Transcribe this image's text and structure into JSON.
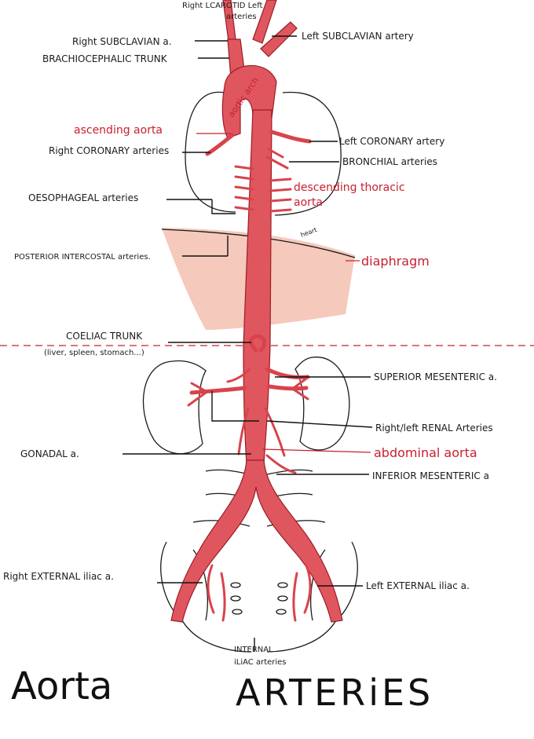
{
  "title": {
    "left": "Aorta",
    "right": "ARTERiES"
  },
  "labels": {
    "carotid_top": "Right LCAROTID Left",
    "carotid_arteries": "arteries",
    "right_subclavian": "Right SUBCLAVIAN a.",
    "brachiocephalic": "BRACHIOCEPHALIC TRUNK",
    "left_subclavian": "Left SUBCLAVIAN artery",
    "aortic_arch": "aortic arch",
    "ascending_aorta": "ascending aorta",
    "right_coronary": "Right CORONARY arteries",
    "left_coronary": "Left CORONARY artery",
    "bronchial": "BRONCHIAL arteries",
    "oesophageal": "OESOPHAGEAL arteries",
    "descending_thoracic_1": "descending thoracic",
    "descending_thoracic_2": "aorta",
    "heart": "heart",
    "posterior_intercostal": "POSTERIOR INTERCOSTAL arteries.",
    "diaphragm": "diaphragm",
    "coeliac_trunk": "COELIAC TRUNK",
    "coeliac_sub": "(liver, spleen, stomach...)",
    "superior_mesenteric": "SUPERIOR MESENTERIC a.",
    "renal": "Right/left RENAL Arteries",
    "gonadal": "GONADAL a.",
    "abdominal_aorta": "abdominal aorta",
    "inferior_mesenteric": "INFERIOR MESENTERIC a",
    "right_external_iliac": "Right EXTERNAL iliac a.",
    "left_external_iliac": "Left EXTERNAL iliac a.",
    "internal": "INTERNAL",
    "iliac_arteries": "iLiAC arteries"
  },
  "colors": {
    "artery": "#e0565f",
    "diaphragm": "#f2b7a4",
    "label_red": "#c8202f"
  }
}
